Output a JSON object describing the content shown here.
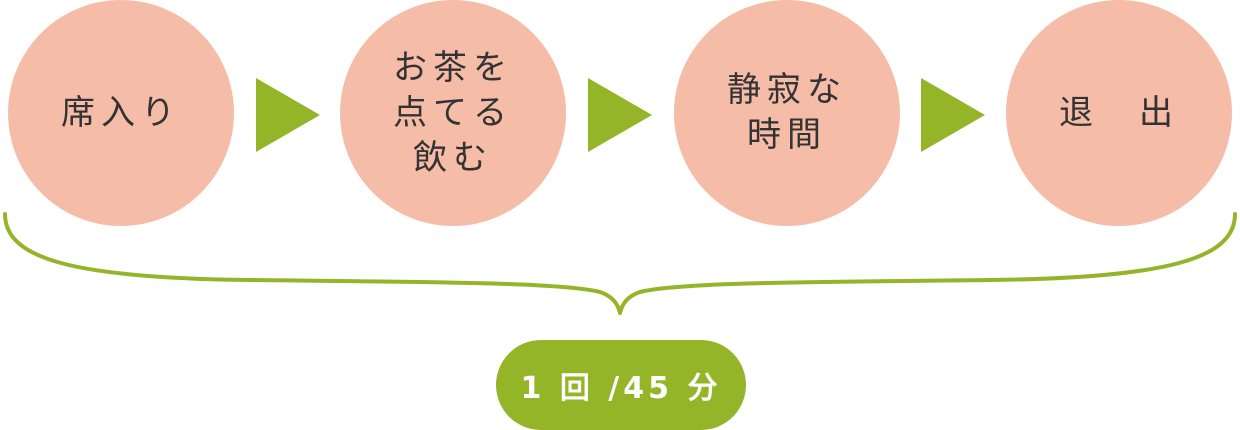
{
  "steps": [
    {
      "label": "席入り"
    },
    {
      "label": "お茶を\n点てる\n飲む"
    },
    {
      "label": "静寂な\n時間"
    },
    {
      "label": "退　出"
    }
  ],
  "duration": {
    "label": "1 回 /45 分"
  },
  "colors": {
    "circle": "#f5bda8",
    "accent": "#95b529",
    "text": "#333333",
    "badge_text": "#ffffff"
  }
}
